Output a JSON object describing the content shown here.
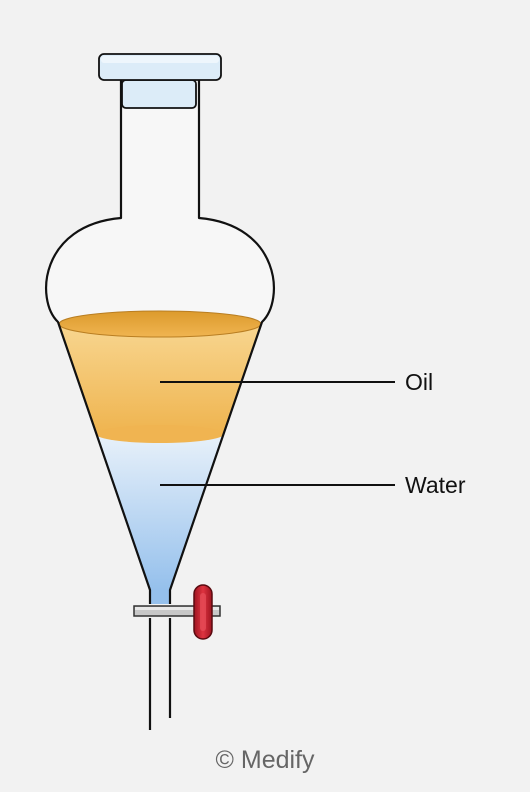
{
  "labels": {
    "oil": "Oil",
    "water": "Water"
  },
  "credit": "© Medify",
  "colors": {
    "background": "#f2f2f2",
    "oil_top": "#f8d690",
    "oil_bottom": "#efb44f",
    "oil_surface": "#e9a63a",
    "water_top": "#e6f0fa",
    "water_bottom": "#95c0ec",
    "stopper": "#dcecf8",
    "stopcock_handle": "#c8202e",
    "glass_outline": "#111111"
  }
}
